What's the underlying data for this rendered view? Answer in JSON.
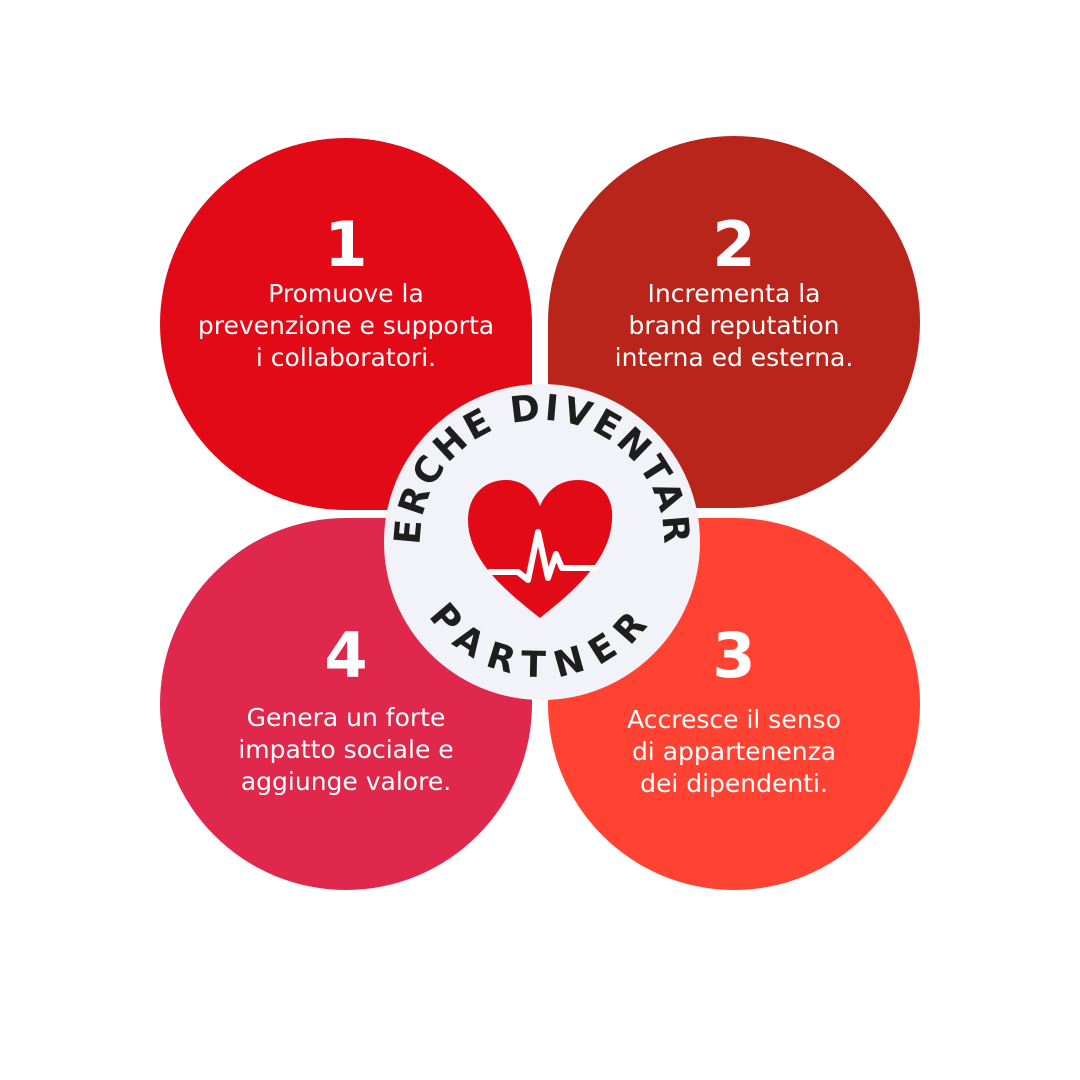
{
  "colors": {
    "petal_1": "#e20a16",
    "petal_2": "#b9241b",
    "petal_3": "#ff4232",
    "petal_4": "#df284b",
    "badge_bg": "#f2f3f8",
    "badge_text": "#1e1e1e",
    "heart": "#e20a16"
  },
  "badge": {
    "top_text": "PERCHE DIVENTARE",
    "bottom_text": "PARTNER",
    "icon": "heart-pulse-icon"
  },
  "items": [
    {
      "number": "1",
      "text": "Promuove la\nprevenzione e supporta\ni collaboratori."
    },
    {
      "number": "2",
      "text": "Incrementa la\nbrand reputation\ninterna ed esterna."
    },
    {
      "number": "3",
      "text": "Accresce il senso\ndi appartenenza\ndei dipendenti."
    },
    {
      "number": "4",
      "text": "Genera un forte\nimpatto sociale e\naggiunge valore."
    }
  ]
}
